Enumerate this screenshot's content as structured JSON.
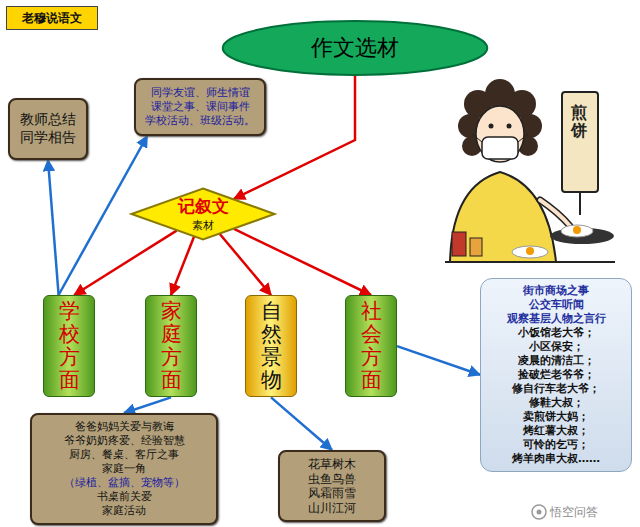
{
  "diagram": {
    "nodes": [
      {
        "text": [
          "老穆说语文"
        ]
      },
      {
        "text": [
          "作文选材"
        ]
      },
      {
        "text": [
          "教师总结 同学相告"
        ]
      },
      {
        "text": [
          "同学友谊、师生情谊 课堂之事、课间事件 学校活动、班级活动。"
        ]
      },
      {
        "text": [
          "记叙文",
          "素材"
        ]
      },
      {
        "text": [
          "学校方面"
        ]
      },
      {
        "text": [
          "家庭方面"
        ]
      },
      {
        "text": [
          "自然景物"
        ]
      },
      {
        "text": [
          "社会方面"
        ]
      },
      {
        "text": [
          "爸爸妈妈关爱与教诲 爷爷奶奶疼爱、经验智慧 厨房、餐桌、客厅之事 家庭一角",
          "（绿植、盆摘、宠物等）",
          "书桌前关爱 家庭活动"
        ]
      },
      {
        "text": [
          "花草树木 虫鱼鸟兽 风霜雨雪 山川江河"
        ]
      },
      {
        "text": [
          "街市商场之事 公交车听闻 观察基层人物之言行",
          "小饭馆老大爷； 小区保安； 凌晨的清洁工； 捡破烂老爷爷； 修自行车老大爷； 修鞋大叔； 卖煎饼大妈； 烤红薯大叔； 可怜的乞丐； 烤羊肉串大叔……"
        ]
      }
    ],
    "edges": [
      {
        "from": 1,
        "to": 4,
        "arrow": "to"
      },
      {
        "from": 4,
        "to": 5,
        "arrow": "to"
      },
      {
        "from": 4,
        "to": 6,
        "arrow": "to"
      },
      {
        "from": 4,
        "to": 7,
        "arrow": "to"
      },
      {
        "from": 4,
        "to": 8,
        "arrow": "to"
      },
      {
        "from": 5,
        "to": 2,
        "arrow": "to"
      },
      {
        "from": 5,
        "to": 3,
        "arrow": "to"
      },
      {
        "from": 6,
        "to": 9,
        "arrow": "to"
      },
      {
        "from": 7,
        "to": 10,
        "arrow": "to"
      },
      {
        "from": 8,
        "to": 11,
        "arrow": "to"
      }
    ],
    "labels": [
      "煎饼",
      "悟空问答"
    ]
  }
}
